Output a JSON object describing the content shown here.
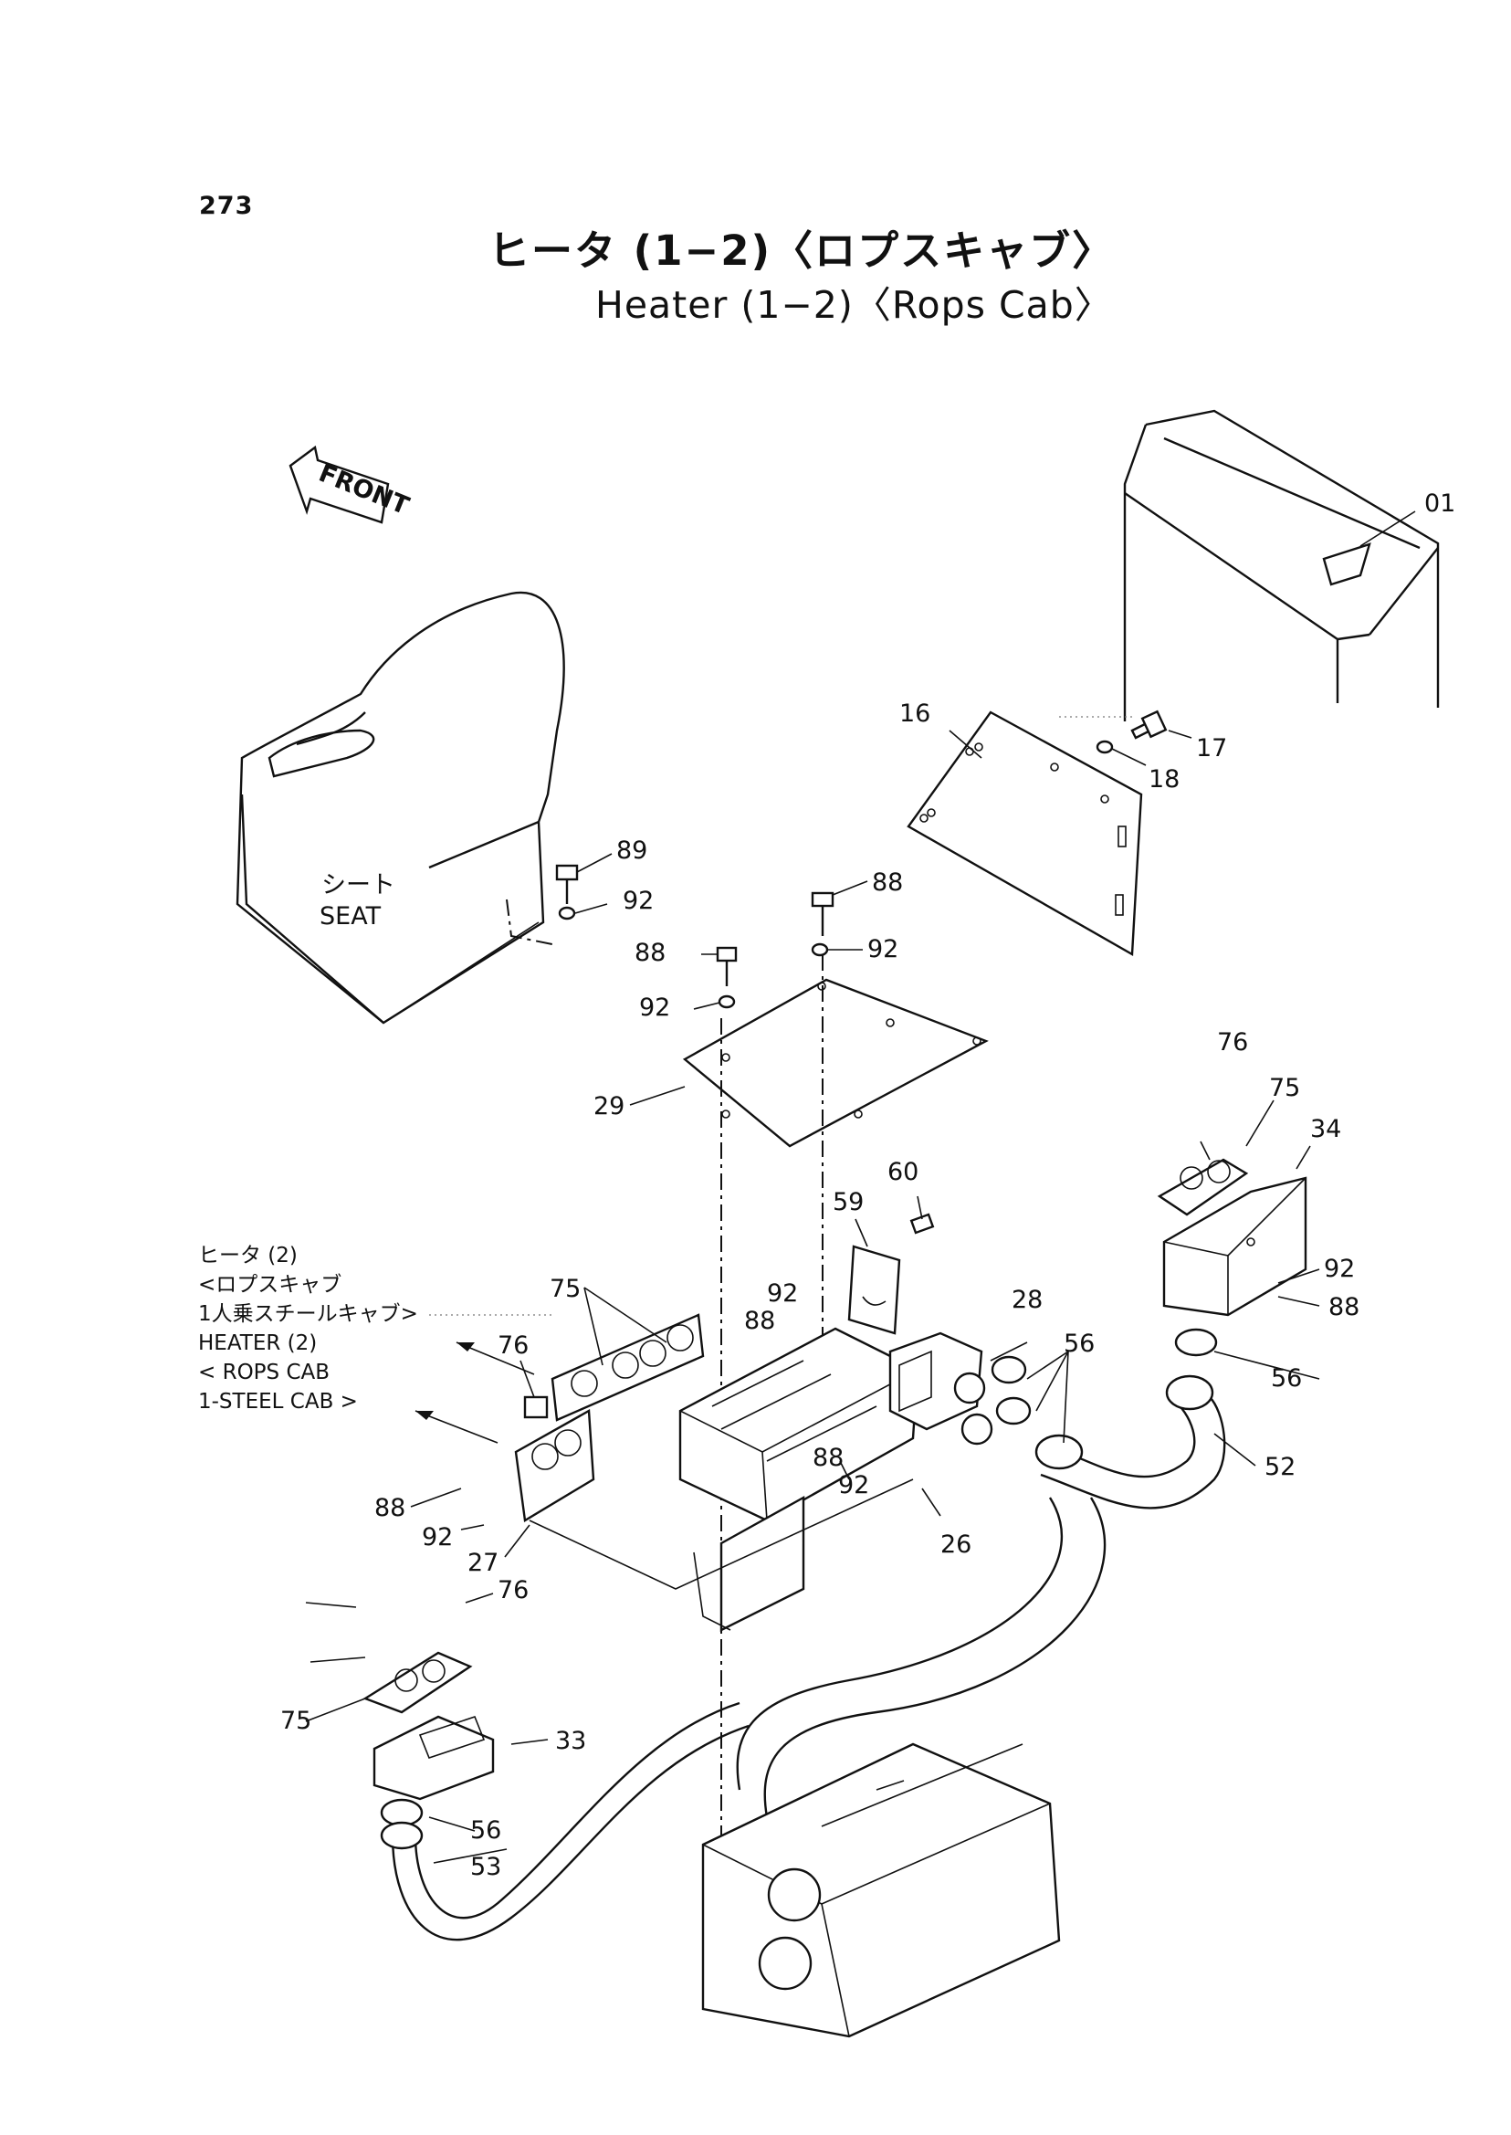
{
  "page": {
    "number": "273",
    "title_jp": "ヒータ (1−2)〈ロプスキャブ〉",
    "title_en": "Heater (1−2)〈Rops Cab〉"
  },
  "front_arrow": "FRONT",
  "seat_label": {
    "jp": "シート",
    "en": "SEAT"
  },
  "note": {
    "lines": [
      "ヒータ (2)",
      "<ロプスキャブ",
      "1人乗スチールキャブ>",
      "HEATER (2)",
      "< ROPS CAB",
      "1-STEEL CAB >"
    ]
  },
  "callouts": [
    "01",
    "16",
    "17",
    "18",
    "89",
    "92",
    "88",
    "92",
    "88",
    "92",
    "29",
    "76",
    "75",
    "34",
    "60",
    "59",
    "92",
    "88",
    "28",
    "56",
    "56",
    "52",
    "75",
    "76",
    "88",
    "92",
    "27",
    "88",
    "92",
    "26",
    "88",
    "76",
    "92",
    "75",
    "33",
    "56",
    "53"
  ]
}
